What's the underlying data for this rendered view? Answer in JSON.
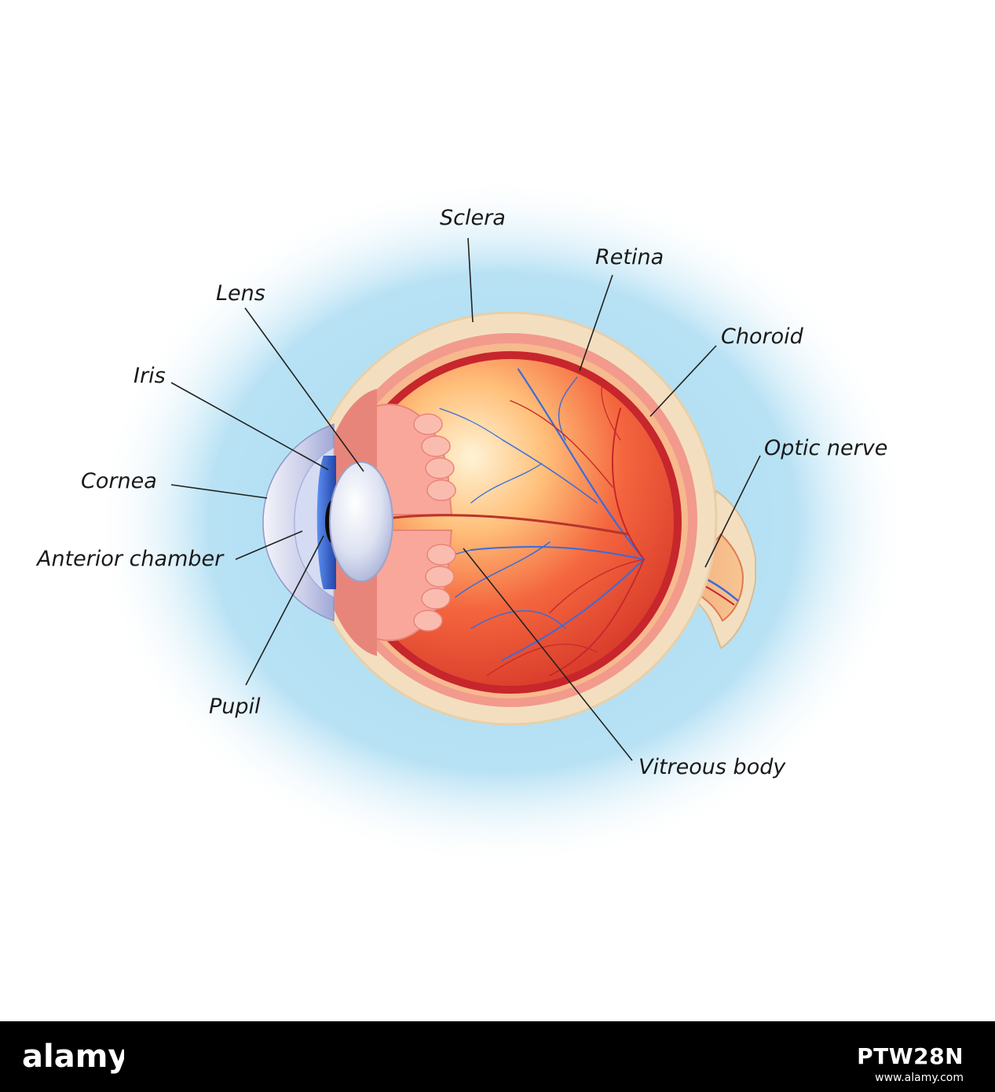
{
  "diagram": {
    "labels": {
      "sclera": "Sclera",
      "retina": "Retina",
      "lens": "Lens",
      "choroid": "Choroid",
      "iris": "Iris",
      "optic_nerve": "Optic nerve",
      "cornea": "Cornea",
      "anterior_chamber": "Anterior chamber",
      "pupil": "Pupil",
      "vitreous_body": "Vitreous body"
    }
  },
  "footer": {
    "brand": "alamy",
    "image_id": "PTW28N",
    "url": "www.alamy.com"
  },
  "colors": {
    "halo": "#a9dbf2",
    "sclera": "#f3dfc0",
    "choroid": "#f29a8c",
    "retina": "#c6262c",
    "vitreous": "#f4663e",
    "vitreous_highlight": "#fff3d6",
    "cornea": "#c9cde8",
    "iris": "#3a6cd8",
    "pupil": "#0a0a0a",
    "lens": "#dde2f2",
    "footer_bg": "#000000"
  }
}
